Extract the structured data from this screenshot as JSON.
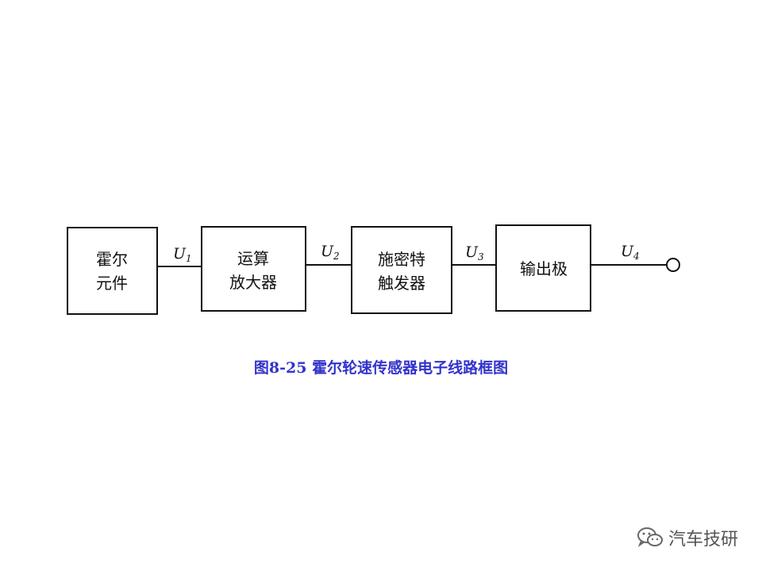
{
  "diagram": {
    "blocks": [
      {
        "id": "hall-element",
        "lines": [
          "霍尔",
          "元件"
        ]
      },
      {
        "id": "op-amp",
        "lines": [
          "运算",
          "放大器"
        ]
      },
      {
        "id": "schmitt-trigger",
        "lines": [
          "施密特",
          "触发器"
        ]
      },
      {
        "id": "output-stage",
        "lines": [
          "输出极"
        ]
      }
    ],
    "signals": [
      {
        "main": "U",
        "sub": "1"
      },
      {
        "main": "U",
        "sub": "2"
      },
      {
        "main": "U",
        "sub": "3"
      },
      {
        "main": "U",
        "sub": "4"
      }
    ]
  },
  "caption": "图8-25  霍尔轮速传感器电子线路框图",
  "watermark": {
    "text": "汽车技研",
    "icon": "wechat-icon"
  },
  "colors": {
    "caption": "#3333cc",
    "stroke": "#111111",
    "watermark": "#555555"
  }
}
